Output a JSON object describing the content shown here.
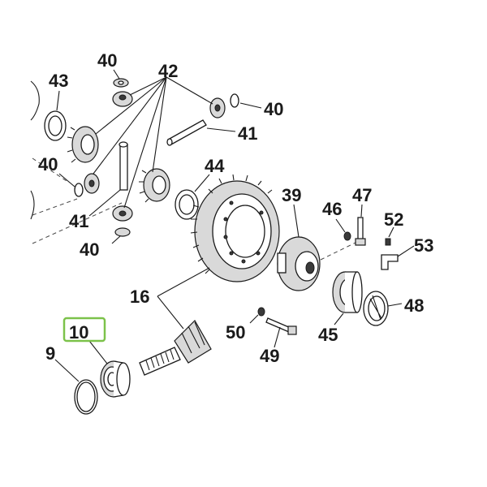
{
  "diagram": {
    "highlight_color": "#7cc24a",
    "highlighted_label": "10",
    "callouts": {
      "c43": "43",
      "c40a": "40",
      "c42": "42",
      "c40b": "40",
      "c41a": "41",
      "c40c": "40",
      "c41b": "41",
      "c40d": "40",
      "c44": "44",
      "c39": "39",
      "c47": "47",
      "c46": "46",
      "c52": "52",
      "c53": "53",
      "c16": "16",
      "c48": "48",
      "c10": "10",
      "c9": "9",
      "c50": "50",
      "c45": "45",
      "c49": "49"
    }
  }
}
